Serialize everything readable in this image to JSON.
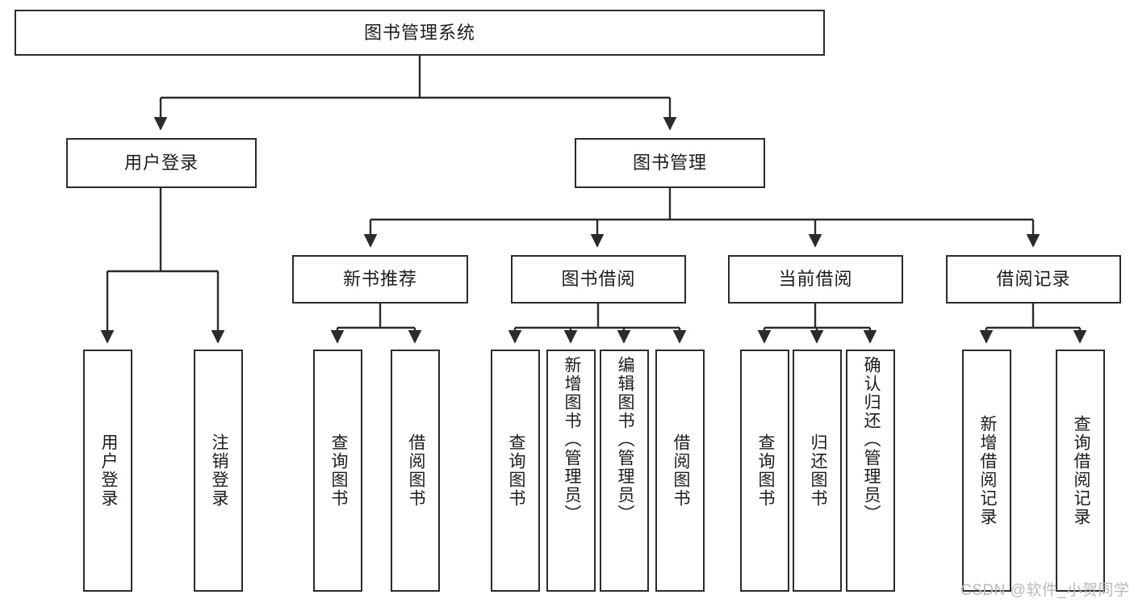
{
  "diagram": {
    "title": "图书管理系统",
    "type": "tree-hierarchy-diagram",
    "colors": {
      "box_border": "#2b2b2b",
      "box_fill": "#ffffff",
      "connector": "#2b2b2b",
      "background": "#ffffff",
      "watermark": "#b9b9b9"
    },
    "root": {
      "label": "图书管理系统"
    },
    "level2": [
      {
        "label": "用户登录"
      },
      {
        "label": "图书管理"
      }
    ],
    "level3": [
      {
        "label": "新书推荐"
      },
      {
        "label": "图书借阅"
      },
      {
        "label": "当前借阅"
      },
      {
        "label": "借阅记录"
      }
    ],
    "leaves": {
      "user_login": [
        {
          "label": "用户登录"
        },
        {
          "label": "注销登录"
        }
      ],
      "new_book_recommend": [
        {
          "label": "查询图书"
        },
        {
          "label": "借阅图书"
        }
      ],
      "book_borrow": [
        {
          "label": "查询图书"
        },
        {
          "label": "新增图书（管理员）"
        },
        {
          "label": "编辑图书（管理员）"
        },
        {
          "label": "借阅图书"
        }
      ],
      "current_borrow": [
        {
          "label": "查询图书"
        },
        {
          "label": "归还图书"
        },
        {
          "label": "确认归还（管理员）"
        }
      ],
      "borrow_record": [
        {
          "label": "新增借阅记录"
        },
        {
          "label": "查询借阅记录"
        }
      ]
    }
  },
  "watermark": {
    "text": "CSDN @软件_小贺同学"
  }
}
